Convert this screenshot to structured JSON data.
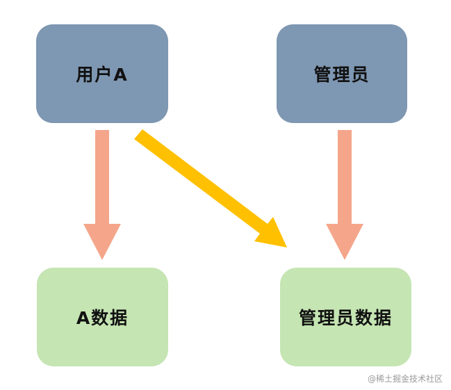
{
  "nodes": {
    "user_a": "用户A",
    "admin": "管理员",
    "a_data": "A数据",
    "admin_data": "管理员数据"
  },
  "colors": {
    "top_box": "#7e97b2",
    "bottom_box": "#c5e5b3",
    "vertical_arrow": "#f5a68a",
    "diagonal_arrow": "#ffc000"
  },
  "watermark": "@稀土掘金技术社区"
}
